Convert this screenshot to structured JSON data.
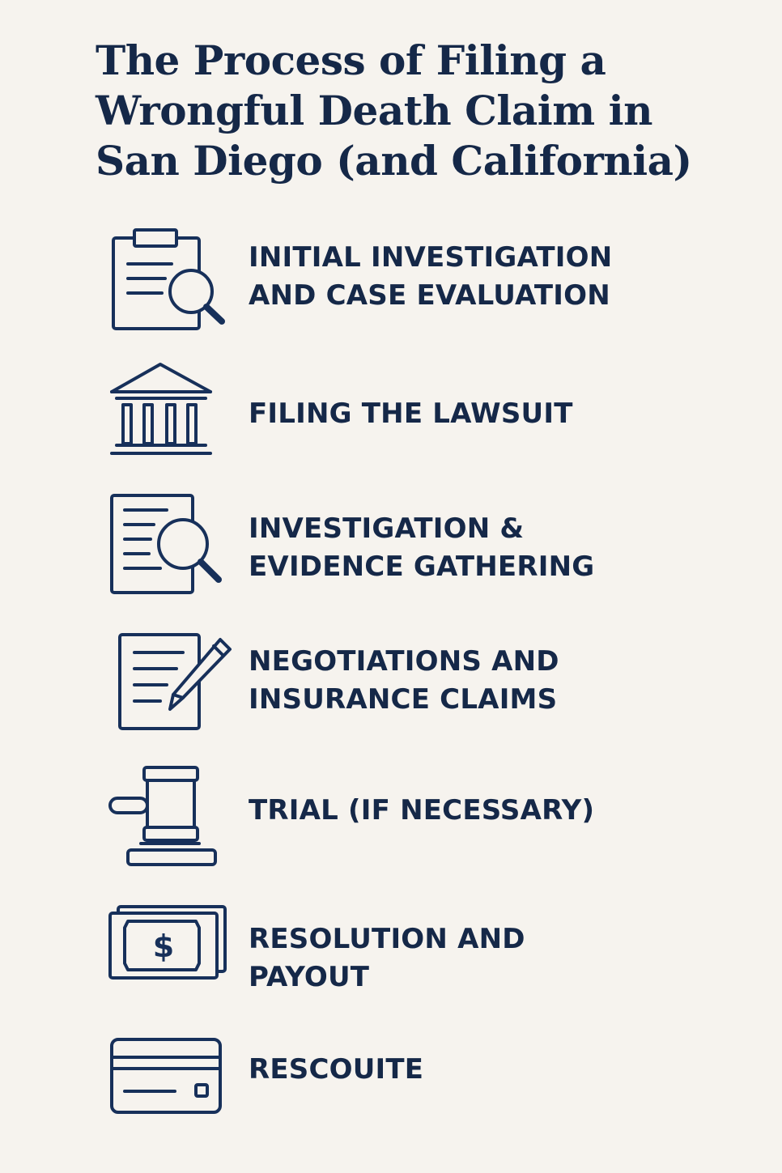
{
  "title": {
    "lines": [
      "The Process of Filing a",
      "Wrongful Death Claim in",
      "San Diego (and California)"
    ]
  },
  "colors": {
    "background": "#f6f3ee",
    "text": "#152848",
    "icon_stroke": "#17305a"
  },
  "steps": [
    {
      "icon": "clipboard-search-icon",
      "lines": [
        "INITIAL INVESTIGATION",
        "AND CASE EVALUATION"
      ]
    },
    {
      "icon": "courthouse-icon",
      "lines": [
        "FILING THE LAWSUIT"
      ]
    },
    {
      "icon": "document-search-icon",
      "lines": [
        "INVESTIGATION &",
        "EVIDENCE GATHERING"
      ]
    },
    {
      "icon": "document-pencil-icon",
      "lines": [
        "NEGOTIATIONS AND",
        "INSURANCE CLAIMS"
      ]
    },
    {
      "icon": "gavel-icon",
      "lines": [
        "TRIAL (IF NECESSARY)"
      ]
    },
    {
      "icon": "cash-icon",
      "lines": [
        "RESOLUTION AND",
        "PAYOUT"
      ]
    },
    {
      "icon": "credit-card-icon",
      "lines": [
        "RESCOUITE"
      ]
    }
  ],
  "cash_symbol": "$"
}
